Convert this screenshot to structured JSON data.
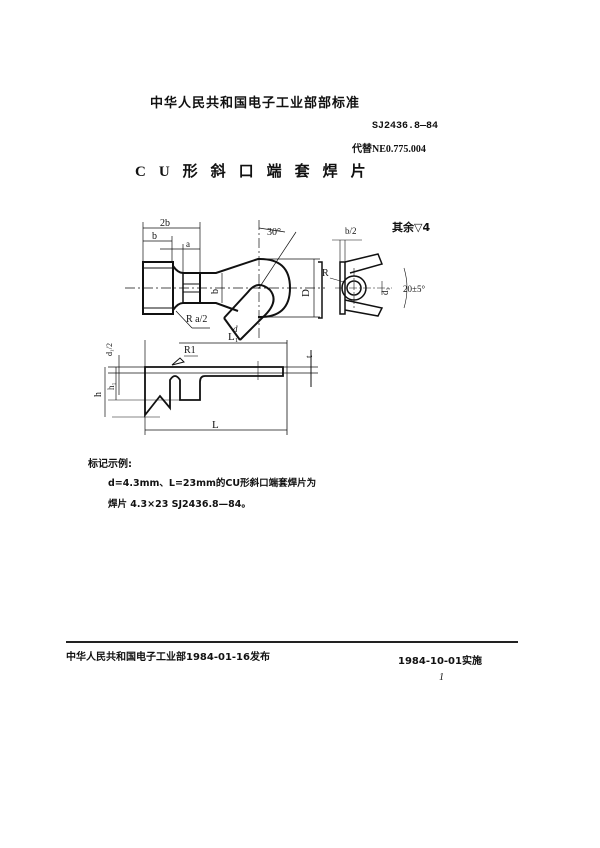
{
  "header": {
    "organization_standard": "中华人民共和国电子工业部部标准",
    "standard_number": "SJ2436.8—84",
    "replaces": "代替NE0.775.004"
  },
  "title": "CU形斜口端套焊片",
  "drawing": {
    "roughness_note": "其余▽4",
    "labels": {
      "dim_2b": "2b",
      "dim_b_top": "b",
      "dim_a": "a",
      "angle_30": "30°",
      "dim_b_mid": "b",
      "dim_D": "D",
      "radius_a2": "R a/2",
      "dim_d": "d",
      "dim_L1": "L₁",
      "side_b2": "b/2",
      "side_R": "R",
      "side_d1": "d₁",
      "side_angle": "20±5°",
      "front_d1_2": "d₁/2",
      "front_R1": "R1",
      "front_h1": "h₁",
      "front_h": "h",
      "front_t": "t",
      "front_L": "L"
    }
  },
  "example": {
    "heading": "标记示例:",
    "line1": "d=4.3mm、L=23mm的CU形斜口端套焊片为",
    "line2": "焊片  4.3×23  SJ2436.8—84。"
  },
  "footer": {
    "published": "中华人民共和国电子工业部1984-01-16发布",
    "effective": "1984-10-01实施",
    "page_number": "1"
  }
}
